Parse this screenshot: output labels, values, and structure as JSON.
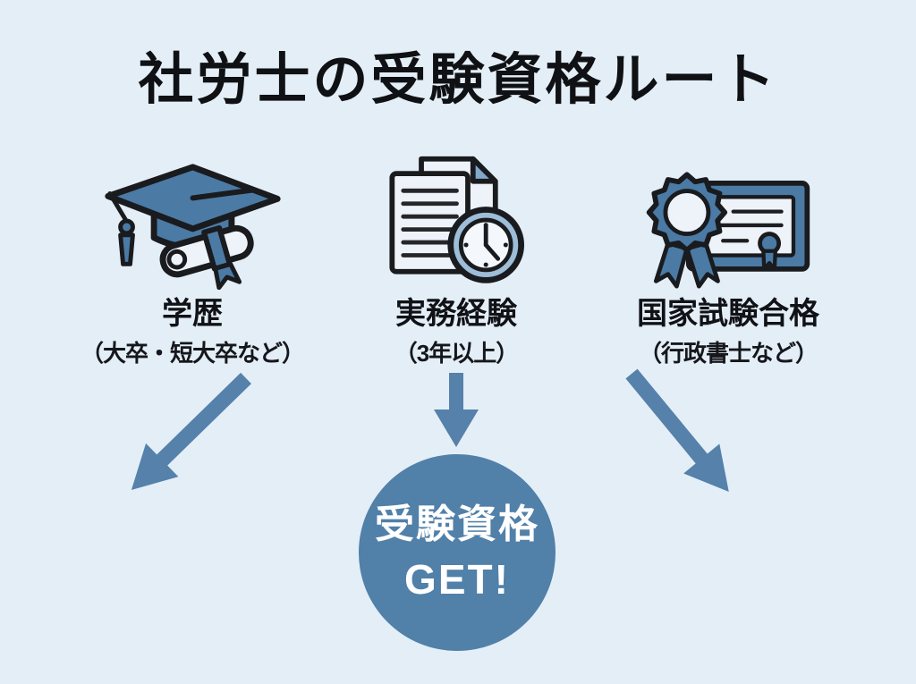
{
  "title": "社労士の受験資格ルート",
  "routes": [
    {
      "icon": "graduation-cap-diploma",
      "label": "学歴",
      "sublabel": "（大卒・短大卒など）"
    },
    {
      "icon": "documents-clock",
      "label": "実務経験",
      "sublabel": "（3年以上）"
    },
    {
      "icon": "certificate-rosette",
      "label": "国家試験合格",
      "sublabel": "（行政書士など）"
    }
  ],
  "result": {
    "line1": "受験資格",
    "line2": "GET!"
  },
  "colors": {
    "background": "#e4eef7",
    "icon_blue": "#4b7aa5",
    "icon_light_blue": "#9dbdd8",
    "paper": "#eef3f9",
    "outline": "#191b1e",
    "arrow_blue": "#5581aa",
    "circle_blue": "#5180a9",
    "title_text": "#101114",
    "circle_text": "#ffffff"
  }
}
